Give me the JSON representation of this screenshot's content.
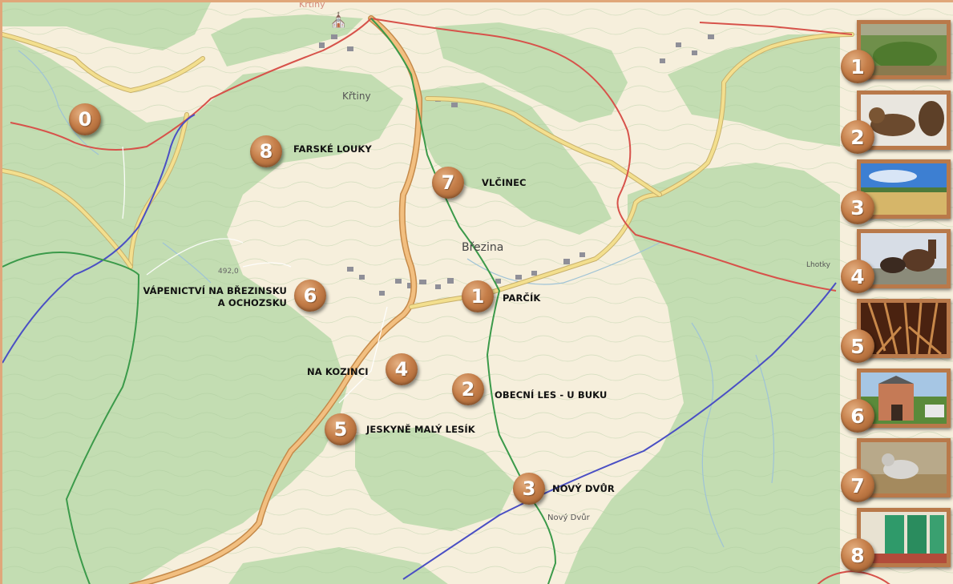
{
  "places": [
    {
      "id": "kritiny-top",
      "text": "Křtiny"
    },
    {
      "id": "kritiny",
      "text": "Křtiny"
    },
    {
      "id": "brezina",
      "text": "Březina"
    },
    {
      "id": "lhotky",
      "text": "Lhotky"
    },
    {
      "id": "novy-dvur",
      "text": "Nový Dvůr"
    },
    {
      "id": "elevation",
      "text": "492,0"
    }
  ],
  "markers": [
    {
      "number": "0"
    },
    {
      "number": "1",
      "label": "PARČÍK"
    },
    {
      "number": "2",
      "label": "OBECNÍ LES - U BUKU"
    },
    {
      "number": "3",
      "label": "NOVÝ DVŮR"
    },
    {
      "number": "4",
      "label": "NA KOZINCI"
    },
    {
      "number": "5",
      "label": "JESKYNĚ MALÝ LESÍK"
    },
    {
      "number": "6",
      "label_line1": "VÁPENICTVÍ NA BŘEZINSKU",
      "label_line2": "A OCHOZSKU"
    },
    {
      "number": "7",
      "label": "VLČINEC"
    },
    {
      "number": "8",
      "label": "FARSKÉ LOUKY"
    }
  ],
  "thumbnails": [
    "1",
    "2",
    "3",
    "4",
    "5",
    "6",
    "7",
    "8"
  ],
  "colors": {
    "forest": "#c3ddb2",
    "open_land": "#f6efdc",
    "road_main": "#edb670",
    "road_yellow": "#f3df8e",
    "route_red": "#d7524a",
    "route_blue": "#4a4fc4",
    "route_green": "#3b9a4a",
    "marker": "#c57e49",
    "frame": "#b9794a"
  }
}
